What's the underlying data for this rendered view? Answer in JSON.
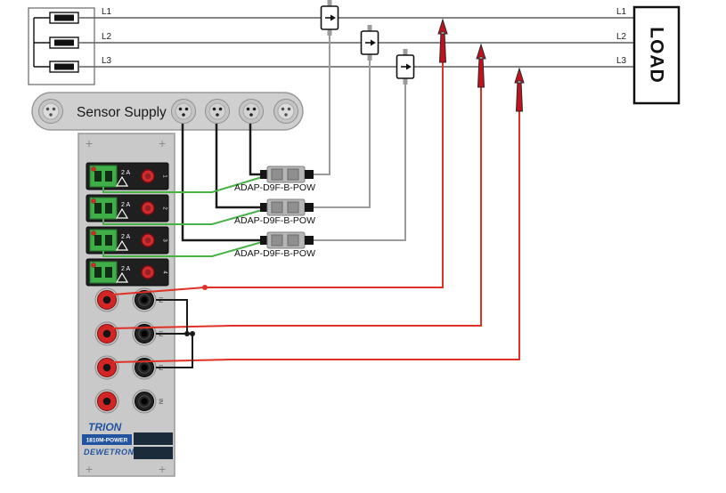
{
  "diagram": {
    "phase_labels_left": [
      "L1",
      "L2",
      "L3"
    ],
    "phase_labels_right": [
      "L1",
      "L2",
      "L3"
    ],
    "load_label": "LOAD",
    "sensor_supply_label": "Sensor Supply",
    "adapters": [
      {
        "label": "ADAP-D9F-B-POW"
      },
      {
        "label": "ADAP-D9F-B-POW"
      },
      {
        "label": "ADAP-D9F-B-POW"
      }
    ],
    "module": {
      "brand": "TRION",
      "model": "1810M-POWER",
      "maker": "DEWETRON",
      "fuse_blocks": [
        {
          "rating": "2 A",
          "channel": "1"
        },
        {
          "rating": "2 A",
          "channel": "2"
        },
        {
          "rating": "2 A",
          "channel": "3"
        },
        {
          "rating": "2 A",
          "channel": "4"
        }
      ],
      "jack_rows": [
        {
          "label": "IN"
        },
        {
          "label": "IN"
        },
        {
          "label": "IN"
        },
        {
          "label": "IN"
        }
      ],
      "screw_glyph": "+"
    },
    "colors": {
      "wire_red": "#e03127",
      "wire_green": "#47b347",
      "wire_gray": "#9c9c9c",
      "wire_black": "#1a1a1a",
      "probe_red": "#c1121f",
      "panel_gray": "#c9c9c9",
      "block_dark": "#1f1f1f",
      "connector_green": "#3fae49",
      "accent_blue": "#2253a0",
      "navy": "#1c2b3a"
    }
  }
}
